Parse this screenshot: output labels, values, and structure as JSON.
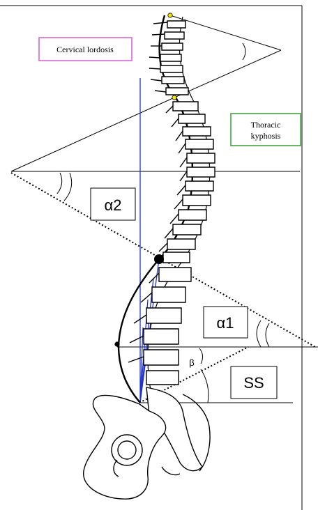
{
  "labels": {
    "cervical": "Cervical lordosis",
    "thoracic_line1": "Thoracic",
    "thoracic_line2": "kyphosis",
    "alpha2": "α2",
    "alpha1": "α1",
    "beta": "β",
    "ss": "SS"
  },
  "colors": {
    "cervical_border": "#d65cd6",
    "thoracic_border": "#3a9a3a",
    "vertical_axis": "#2233cc",
    "marker_yellow": "#f5e400",
    "ink": "#000000"
  }
}
